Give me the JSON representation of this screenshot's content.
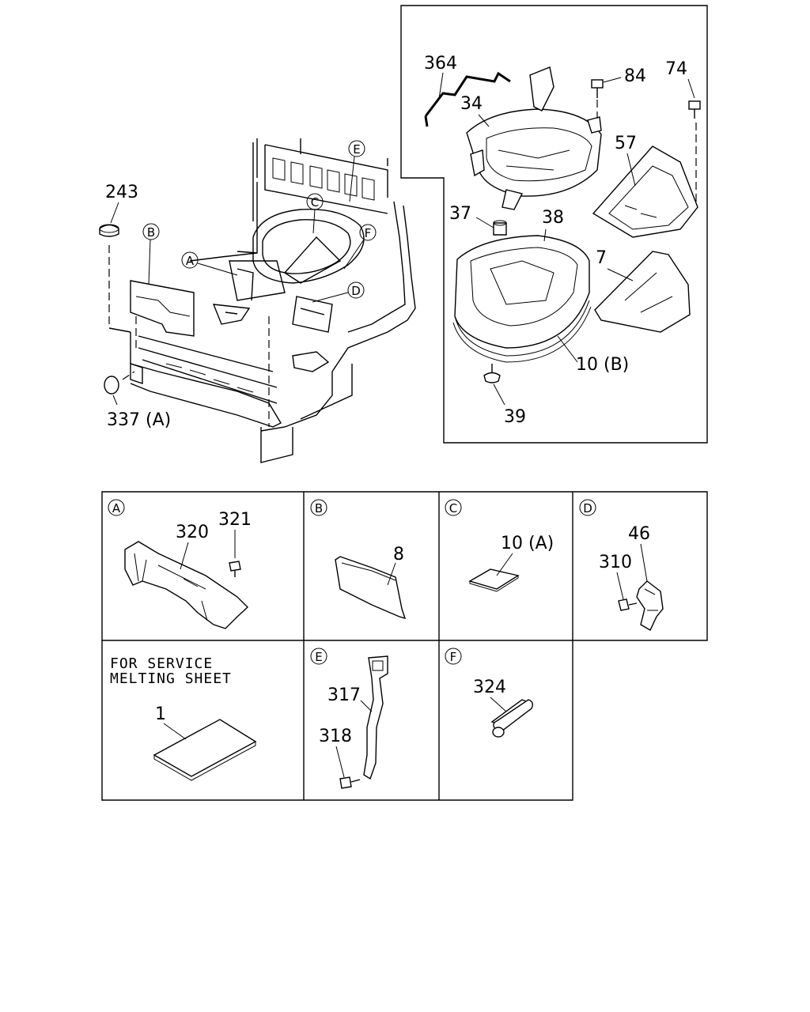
{
  "main_view": {
    "labels": {
      "l243": "243",
      "l337a": "337 (A)",
      "l364": "364",
      "l34": "34",
      "l84": "84",
      "l74": "74",
      "l57": "57",
      "l37": "37",
      "l38": "38",
      "l7": "7",
      "l10b": "10 (B)",
      "l39": "39"
    },
    "callouts": {
      "a": "A",
      "b": "B",
      "c": "C",
      "d": "D",
      "e": "E",
      "f": "F"
    }
  },
  "details": {
    "a": {
      "letter": "A",
      "labels": [
        "320",
        "321"
      ]
    },
    "b": {
      "letter": "B",
      "labels": [
        "8"
      ]
    },
    "c": {
      "letter": "C",
      "labels": [
        "10 (A)"
      ]
    },
    "d": {
      "letter": "D",
      "labels": [
        "46",
        "310"
      ]
    },
    "service": {
      "line1": "FOR SERVICE",
      "line2": "MELTING SHEET",
      "labels": [
        "1"
      ]
    },
    "e": {
      "letter": "E",
      "labels": [
        "317",
        "318"
      ]
    },
    "f": {
      "letter": "F",
      "labels": [
        "324"
      ]
    }
  }
}
